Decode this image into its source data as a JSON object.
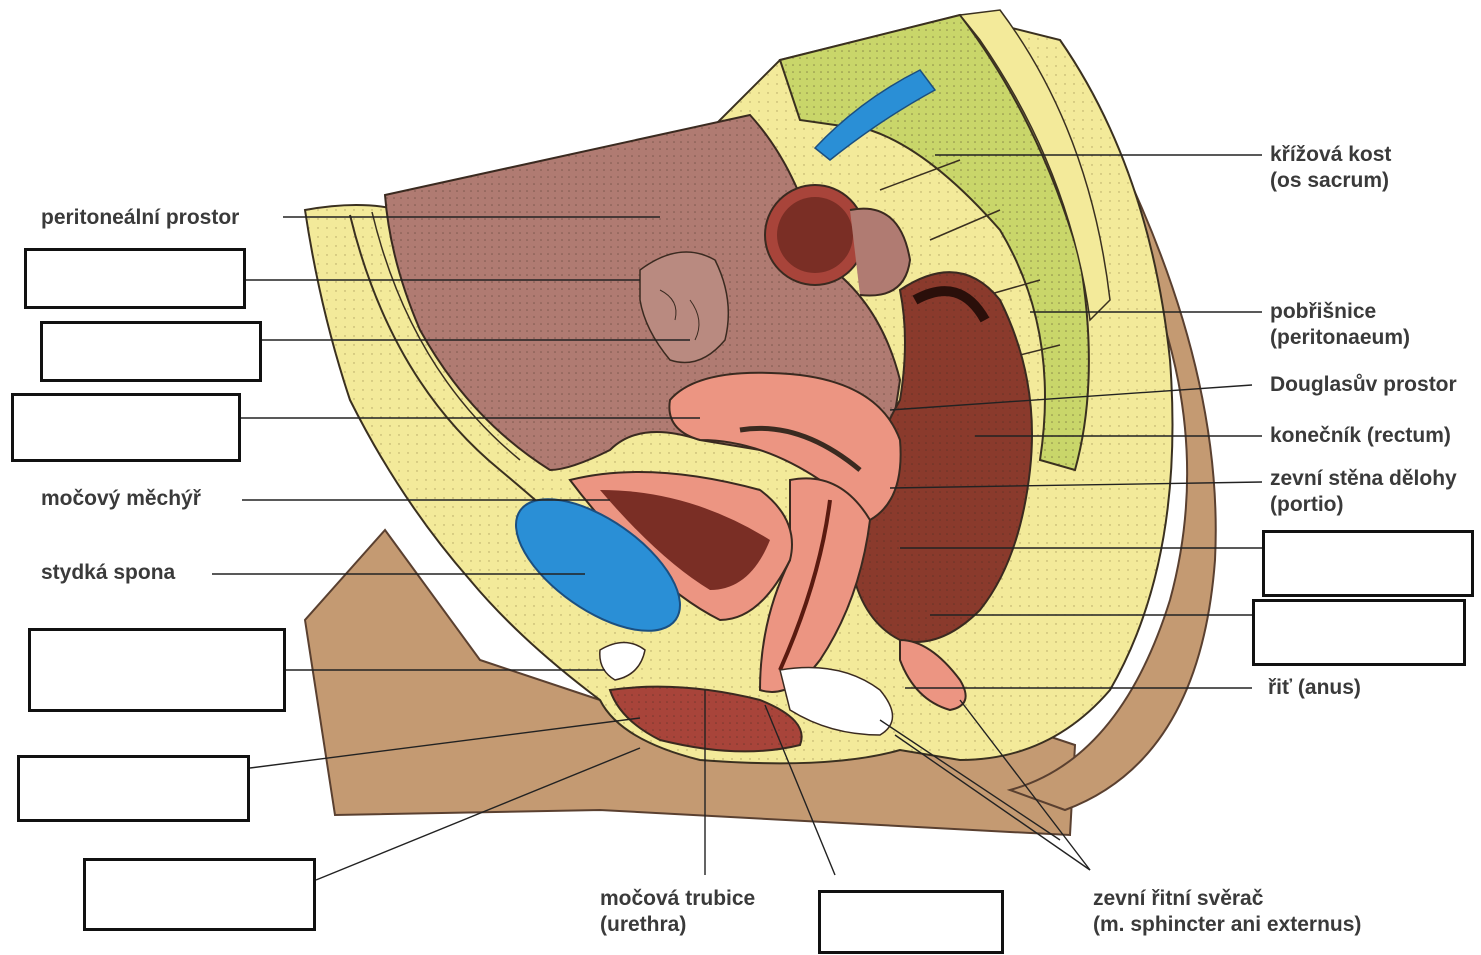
{
  "labels": {
    "peritoneal_space": "peritoneální prostor",
    "bladder": "močový měchýř",
    "pubic_symphysis": "stydká spona",
    "sacrum_line1": "křížová kost",
    "sacrum_line2": "(os sacrum)",
    "peritoneum_line1": "pobřišnice",
    "peritoneum_line2": "(peritonaeum)",
    "douglas_space": "Douglasův prostor",
    "rectum": "konečník (rectum)",
    "portio_line1": "zevní stěna dělohy",
    "portio_line2": "(portio)",
    "anus": "řiť (anus)",
    "urethra_line1": "močová trubice",
    "urethra_line2": "(urethra)",
    "sphincter_line1": "zevní řitní svěrač",
    "sphincter_line2": "(m. sphincter ani externus)"
  },
  "colors": {
    "skin": "#c49a72",
    "fat_yellow": "#f3ea9a",
    "bone_green": "#c9d66a",
    "peritoneal_mauve": "#b07b72",
    "uterus_pink": "#ec9582",
    "rectum_dark": "#8a3a2c",
    "bladder_blue": "#2a8fd6",
    "muscle_red": "#a8443a"
  }
}
